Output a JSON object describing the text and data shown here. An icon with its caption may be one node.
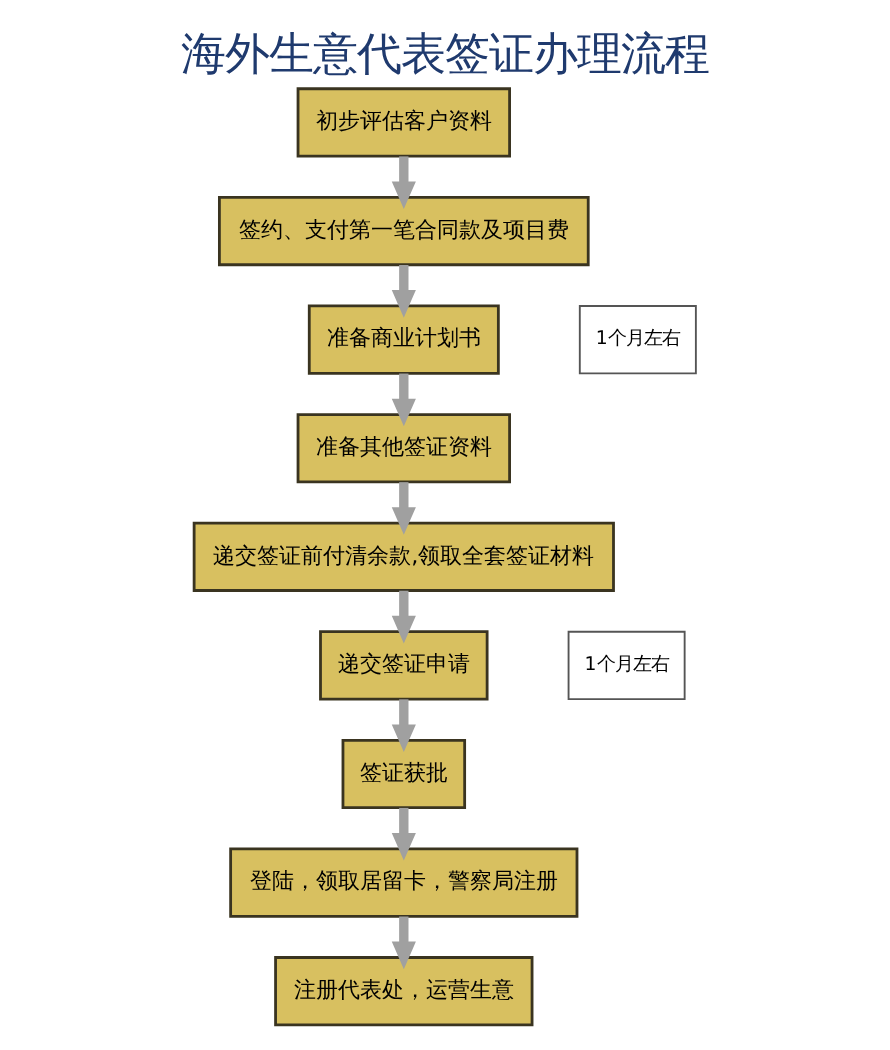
{
  "diagram": {
    "title": "海外生意代表签证办理流程",
    "nodes": [
      {
        "text": [
          "初步评估客户资料"
        ]
      },
      {
        "text": [
          "签约、支付第一笔合同款及项目费"
        ]
      },
      {
        "text": [
          "准备商业计划书"
        ]
      },
      {
        "text": [
          "1个月左右"
        ]
      },
      {
        "text": [
          "准备其他签证资料"
        ]
      },
      {
        "text": [
          "递交签证前付清余款,领取全套签证材料"
        ]
      },
      {
        "text": [
          "递交签证申请"
        ]
      },
      {
        "text": [
          "1个月左右"
        ]
      },
      {
        "text": [
          "签证获批"
        ]
      },
      {
        "text": [
          "登陆，领取居留卡，警察局注册"
        ]
      },
      {
        "text": [
          "注册代表处，运营生意"
        ]
      }
    ],
    "edges": [
      {
        "from": 0,
        "to": 1,
        "arrow": "to"
      },
      {
        "from": 1,
        "to": 2,
        "arrow": "to"
      },
      {
        "from": 2,
        "to": 4,
        "arrow": "to"
      },
      {
        "from": 4,
        "to": 5,
        "arrow": "to"
      },
      {
        "from": 5,
        "to": 6,
        "arrow": "to"
      },
      {
        "from": 6,
        "to": 8,
        "arrow": "to"
      },
      {
        "from": 8,
        "to": 9,
        "arrow": "to"
      },
      {
        "from": 9,
        "to": 10,
        "arrow": "to"
      }
    ]
  }
}
